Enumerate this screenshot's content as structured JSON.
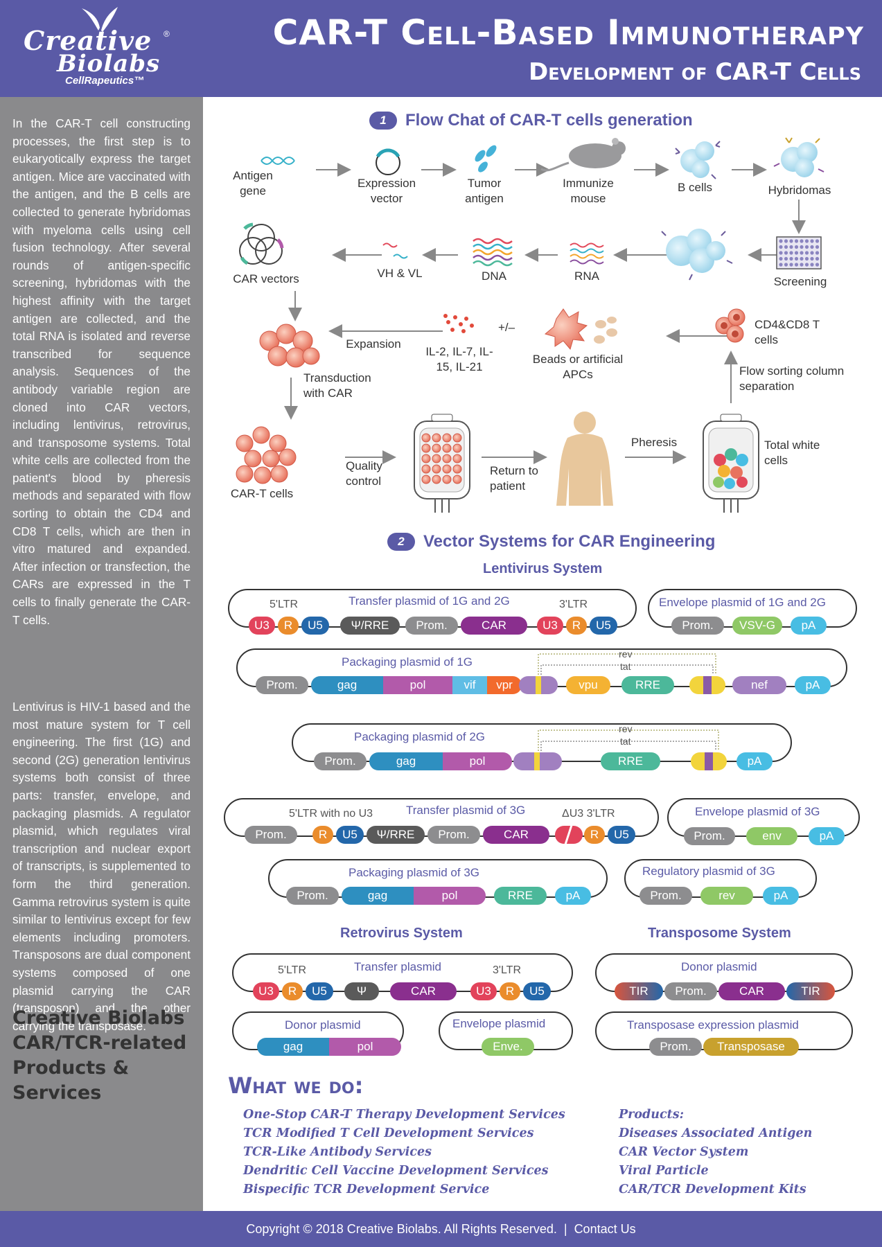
{
  "logo": {
    "line1": "Creative",
    "line2": "Biolabs",
    "tagline": "CellRapeutics™",
    "registered": "®"
  },
  "header": {
    "title": "CAR-T Cell-Based Immunotherapy",
    "subtitle": "Development of CAR-T Cells"
  },
  "sidebar": {
    "paragraph1": "In the CAR-T cell constructing processes, the first step is to eukaryotically express the target antigen. Mice are vaccinated with the antigen, and the B cells are collected to generate hybridomas with myeloma cells using cell fusion technology. After several rounds of antigen-specific screening, hybridomas with the highest affinity with the target antigen are collected, and the total RNA is isolated and reverse transcribed for sequence analysis. Sequences of the antibody variable region are cloned into CAR vectors, including lentivirus, retrovirus, and transposome systems. Total white cells are collected from the patient's blood by pheresis methods and separated with flow sorting to obtain the CD4 and CD8 T cells, which are then in vitro matured and expanded. After infection or transfection, the CARs are expressed in the T cells to finally generate the CAR-T cells.",
    "paragraph2": "Lentivirus is HIV-1 based and the most mature system for T cell engineering. The first (1G) and second (2G) generation lentivirus systems both consist of three parts: transfer, envelope, and packaging plasmids. A regulator plasmid, which regulates viral transcription and nuclear export of transcripts, is supplemented to form the third generation. Gamma retrovirus system is quite similar to lentivirus except for few elements including promoters. Transposons are dual component systems composed of one plasmid carrying the CAR (transposon) and the other carrying the transposase.",
    "bottom_title": "Creative Biolabs CAR/TCR-related Products & Services"
  },
  "section1": {
    "number": "1",
    "title": "Flow Chat of CAR-T cells generation",
    "steps": {
      "antigen_gene": "Antigen gene",
      "expression_vector": "Expression vector",
      "tumor_antigen": "Tumor antigen",
      "immunize_mouse": "Immunize mouse",
      "b_cells": "B cells",
      "hybridomas": "Hybridomas",
      "screening": "Screening",
      "rna": "RNA",
      "dna": "DNA",
      "vh_vl": "VH & VL",
      "car_vectors": "CAR vectors",
      "cd4_cd8": "CD4&CD8 T cells",
      "flow_sorting": "Flow sorting column separation",
      "beads": "Beads or artificial APCs",
      "plus_minus": "+/–",
      "cytokines": "IL-2, IL-7, IL-15, IL-21",
      "expansion": "Expansion",
      "transduction": "Transduction with CAR",
      "car_t_cells": "CAR-T cells",
      "quality_control": "Quality control",
      "return_to_patient": "Return to patient",
      "pheresis": "Pheresis",
      "total_white_cells": "Total white cells"
    }
  },
  "section2": {
    "number": "2",
    "title": "Vector Systems for CAR Engineering",
    "lentivirus_title": "Lentivirus System",
    "retrovirus_title": "Retrovirus System",
    "transposome_title": "Transposome System",
    "plasmids": {
      "transfer_1g2g": {
        "title": "Transfer plasmid of 1G and 2G",
        "ltr5": "5'LTR",
        "ltr3": "3'LTR",
        "segments": [
          "U3",
          "R",
          "U5",
          "Ψ/RRE",
          "Prom.",
          "CAR",
          "U3",
          "R",
          "U5"
        ]
      },
      "envelope_1g2g": {
        "title": "Envelope plasmid of 1G and 2G",
        "segments": [
          "Prom.",
          "VSV-G",
          "pA"
        ]
      },
      "packaging_1g": {
        "title": "Packaging plasmid of 1G",
        "rev": "rev",
        "tat": "tat",
        "segments": [
          "Prom.",
          "gag",
          "pol",
          "vif",
          "vpr",
          "vpu",
          "RRE",
          "nef",
          "pA"
        ]
      },
      "packaging_2g": {
        "title": "Packaging plasmid of 2G",
        "rev": "rev",
        "tat": "tat",
        "segments": [
          "Prom.",
          "gag",
          "pol",
          "RRE",
          "pA"
        ]
      },
      "transfer_3g": {
        "title": "Transfer plasmid of 3G",
        "ltr5": "5'LTR with no U3",
        "ltr3": "ΔU3 3'LTR",
        "segments": [
          "Prom.",
          "R",
          "U5",
          "Ψ/RRE",
          "Prom.",
          "CAR",
          "R",
          "U5"
        ]
      },
      "envelope_3g": {
        "title": "Envelope plasmid of 3G",
        "segments": [
          "Prom.",
          "env",
          "pA"
        ]
      },
      "packaging_3g": {
        "title": "Packaging plasmid  of 3G",
        "segments": [
          "Prom.",
          "gag",
          "pol",
          "RRE",
          "pA"
        ]
      },
      "regulatory_3g": {
        "title": "Regulatory plasmid of 3G",
        "segments": [
          "Prom.",
          "rev",
          "pA"
        ]
      },
      "retro_transfer": {
        "title": "Transfer plasmid",
        "ltr5": "5'LTR",
        "ltr3": "3'LTR",
        "segments": [
          "U3",
          "R",
          "U5",
          "Ψ",
          "CAR",
          "U3",
          "R",
          "U5"
        ]
      },
      "retro_donor": {
        "title": "Donor plasmid",
        "segments": [
          "gag",
          "pol"
        ]
      },
      "retro_envelope": {
        "title": "Envelope plasmid",
        "segments": [
          "Enve."
        ]
      },
      "trans_donor": {
        "title": "Donor plasmid",
        "segments": [
          "TIR",
          "Prom.",
          "CAR",
          "TIR"
        ]
      },
      "trans_transposase": {
        "title": "Transposase expression plasmid",
        "segments": [
          "Prom.",
          "Transposase"
        ]
      }
    }
  },
  "what_we_do": {
    "title": "What we do:",
    "services": [
      "One-Stop CAR-T Therapy Development Services",
      "TCR Modified T Cell Development Services",
      "TCR-Like Antibody Services",
      "Dendritic Cell Vaccine Development Services",
      "Bispecific TCR Development Service"
    ],
    "products_label": "Products:",
    "products": [
      "Diseases Associated Antigen",
      "CAR Vector System",
      "Viral Particle",
      "CAR/TCR Development Kits"
    ]
  },
  "footer": {
    "copyright": "Copyright © 2018 Creative Biolabs. All Rights Reserved.",
    "separator": "|",
    "contact": "Contact Us"
  },
  "colors": {
    "brand": "#5a5aa6",
    "sidebar": "#8a8a8c",
    "u3": "#e2435b",
    "r": "#ea8c2c",
    "u5": "#2367aa",
    "psi": "#5a5a5a",
    "prom": "#8d8d8f",
    "car": "#8a2f8e",
    "vsvg": "#8fc866",
    "pa": "#48bde3",
    "gag": "#2e8fc0",
    "pol": "#b25aaa",
    "vif": "#5fbde5",
    "vpr": "#f26a2c",
    "vpu": "#f4b233",
    "rre": "#4cb89a",
    "nef": "#a180c0",
    "tir": "#d8553d",
    "transposase": "#c8a12e"
  }
}
